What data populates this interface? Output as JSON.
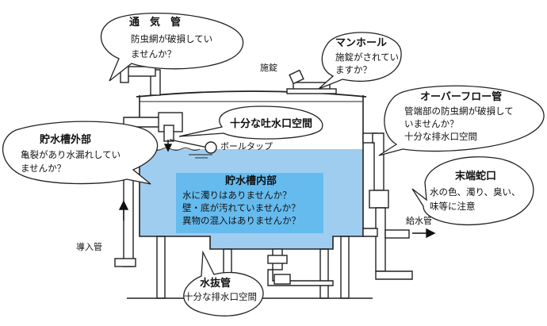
{
  "callouts": {
    "vent": {
      "title": "通　気　管",
      "lines": [
        "防虫網が破損してい",
        "ませんか？"
      ]
    },
    "manhole": {
      "title": "マンホール",
      "lines": [
        "施錠がされてい",
        "ますか？"
      ]
    },
    "outlet_space": {
      "title": "十分な吐水口空間"
    },
    "exterior": {
      "title": "貯水槽外部",
      "lines": [
        "亀裂があり水漏れしてい",
        "ませんか？"
      ]
    },
    "interior": {
      "title": "貯水槽内部",
      "lines": [
        "水に濁りはありませんか？",
        "壁・底が汚れていませんか？",
        "異物の混入はありませんか？"
      ]
    },
    "overflow": {
      "title": "オーバーフロー管",
      "lines": [
        "管端部の防虫網が破損して",
        "いませんか？",
        "十分な排水口空間"
      ]
    },
    "faucet": {
      "title": "末端蛇口",
      "lines": [
        "水の色、濁り、臭い、",
        "味等に注意"
      ]
    },
    "drain": {
      "title": "水抜管",
      "lines": [
        "十分な排水口空間"
      ]
    }
  },
  "labels": {
    "lock": "施錠",
    "ball_tap": "ボールタップ",
    "inlet_pipe": "導入管",
    "supply_pipe": "給水管"
  },
  "colors": {
    "water": "#9fcdf0",
    "interior_box": "#66bbee",
    "line": "#222222"
  }
}
